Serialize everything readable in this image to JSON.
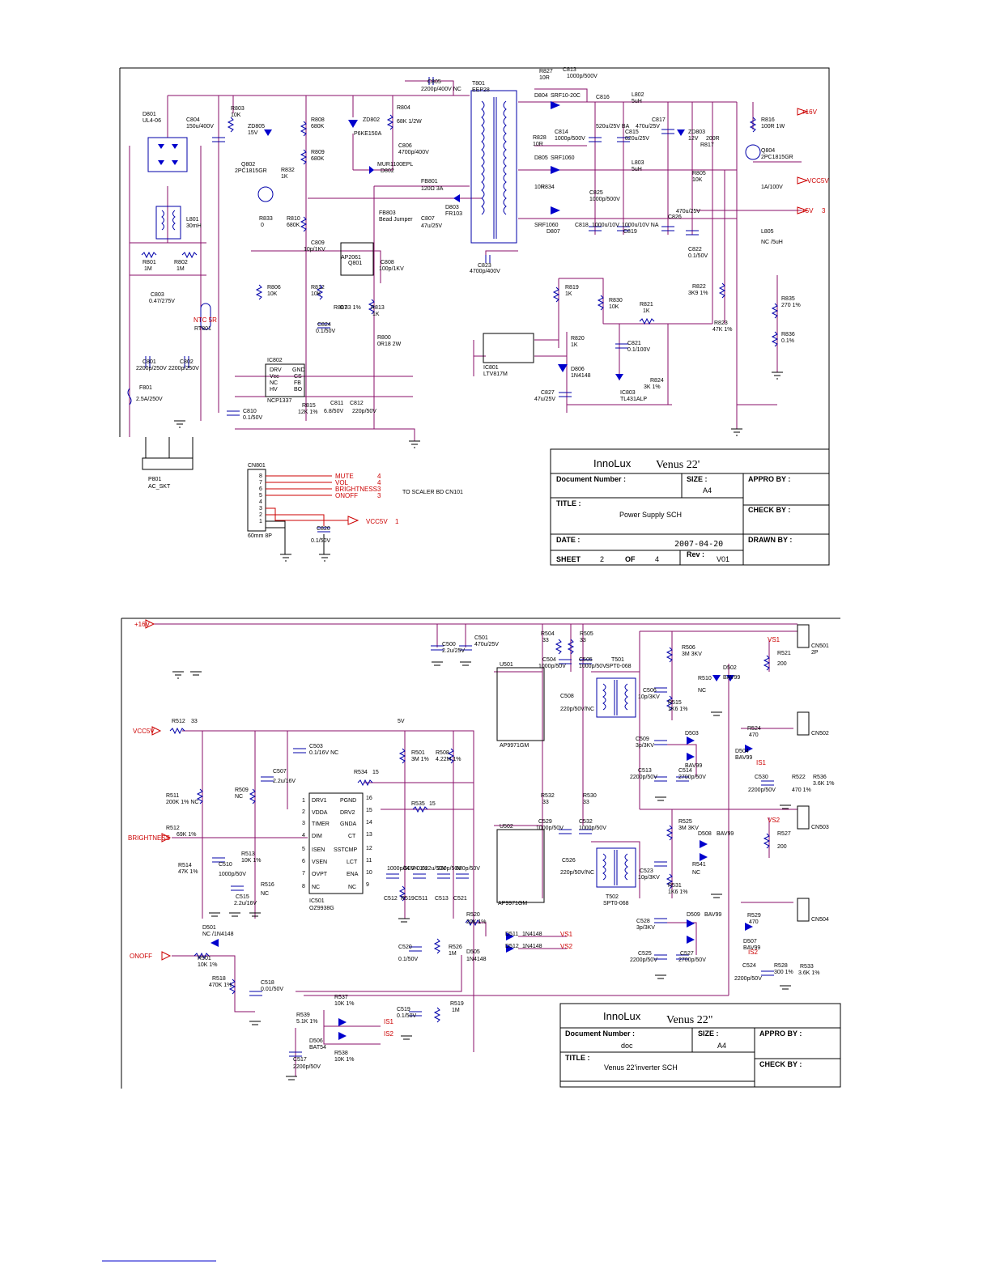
{
  "sheet1": {
    "title_block": {
      "company": "InnoLux",
      "project": "Venus 22'",
      "doc_number_label": "Document Number :",
      "size_label": "SIZE :",
      "size_value": "A4",
      "appro_label": "APPRO BY :",
      "title_label": "TITLE :",
      "title_value": "Power Supply SCH",
      "check_label": "CHECK BY :",
      "date_label": "DATE :",
      "date_value": "2007-04-20",
      "drawn_label": "DRAWN BY :",
      "sheet_label": "SHEET",
      "sheet_num": "2",
      "of_label": "OF",
      "sheet_total": "4",
      "rev_label": "Rev :",
      "rev_value": "V01"
    },
    "labels": {
      "d801": "D801",
      "d801v": "UL4-06",
      "c804": "C804",
      "c804v": "150u/400V",
      "r803": "R803",
      "r803v": "10K",
      "zd805": "ZD805",
      "zd805v": "15V",
      "r808": "R808",
      "r808v": "680K",
      "zd802": "ZD802",
      "zd802v": "P6KE150A",
      "r804": "R804",
      "r804v": "68K 1/2W",
      "c806": "C806",
      "c806v": "4700p/400V",
      "d802": "D802",
      "d802v": "MUR1100EPL",
      "t801": "T801",
      "t801v": "EEP28",
      "c805": "C805",
      "c805v": "2200p/400V NC",
      "q802": "Q802",
      "q802v": "2PC1815GR",
      "r832": "R832",
      "r832v": "1K",
      "r833": "R833",
      "r833v": "0",
      "r809": "R809",
      "r809v": "680K",
      "l801": "L801",
      "l801v": "30mH",
      "r810": "R810",
      "r810v": "680K",
      "fb801": "FB801",
      "fb801v": "120Ω 3A",
      "d803": "D803",
      "d803v": "FR103",
      "fb803": "FB803",
      "fb803v": "Bead Jumper",
      "c807": "C807",
      "c807v": "47u/25V",
      "c823": "C823",
      "c823v": "4700p/400V",
      "r801": "R801",
      "r801v": "1M",
      "r802": "R802",
      "r802v": "1M",
      "c803": "C803",
      "c803v": "0.47/275V",
      "ntc": "NTC 5R",
      "ntc_ref": "RT801",
      "c801": "C801",
      "c801v": "2200p/250V",
      "c802": "C802",
      "c802v": "2200p/250V",
      "f801": "F801",
      "f801v": "2.5A/250V",
      "p801": "P801",
      "p801v": "AC_SKT",
      "ap2061": "AP2061",
      "q801": "Q801",
      "c808": "C808",
      "c808v": "100p/1KV",
      "c809": "C809",
      "c809v": "10p/1KV",
      "r806": "R806",
      "r806v": "10K",
      "r812": "R812",
      "r812v": "10K",
      "r807": "R807",
      "r807v": "0.33 1%",
      "r813": "R813",
      "r813v": "1K",
      "c824": "C824",
      "c824v": "0.1/50V",
      "r800": "R800",
      "r800v": "0R18 2W",
      "ic802": "IC802",
      "ic802v": "NCP1337",
      "ic802_pins_l": [
        "DRV",
        "Vcc",
        "NC",
        "HV"
      ],
      "ic802_pins_r": [
        "GND",
        "CS",
        "FB",
        "BO"
      ],
      "r815": "R815",
      "r815v": "12K 1%",
      "c811": "C811",
      "c811v": "6.8/50V",
      "c812": "C812",
      "c812v": "220p/50V",
      "c810": "C810",
      "c810v": "0.1/50V",
      "r819": "R819",
      "r819v": "1K",
      "r830": "R830",
      "r830v": "10K",
      "r821": "R821",
      "r821v": "1K",
      "r820": "R820",
      "r820v": "1K",
      "c821": "C821",
      "c821v": "0.1/100V",
      "ic801": "IC801",
      "ic801v": "LTV817M",
      "d806": "D806",
      "d806v": "1N4148",
      "c827": "C827",
      "c827v": "47u/25V",
      "ic803": "IC803",
      "ic803v": "TL431ALP",
      "r824": "R824",
      "r824v": "3K 1%",
      "r822": "R822",
      "r822v": "3K9 1%",
      "r823": "R823",
      "r823v": "47K 1%",
      "r835": "R835",
      "r835v": "270 1%",
      "r836": "R836",
      "r836v": "0.1%",
      "d804": "D804",
      "d804v": "SRF10-20C",
      "r827": "R827",
      "r827v": "10R",
      "c813": "C813",
      "c813v": "1000p/500V",
      "c816": "C816",
      "c816v": "520u/25V BA",
      "c815": "C815",
      "c815v": "820u/25V",
      "l802": "L802",
      "l802v": "5uH",
      "c817": "C817",
      "c817v": "470u/25V",
      "zd803": "ZD803",
      "zd803v": "12V",
      "r817": "R817",
      "r817v": "200R",
      "r816": "R816",
      "r816v": "100R 1W",
      "q804": "Q804",
      "q804v": "2PC1815GR",
      "r828": "R828",
      "r828v": "10R",
      "c814": "C814",
      "c814v": "1000p/500V",
      "d805": "D805",
      "d805v": "SRF1060",
      "l803": "L803",
      "l803v": "5uH",
      "r834": "R834",
      "r834v": "10R",
      "c825": "C825",
      "c825v": "1000p/500V",
      "d807": "D807",
      "d807v": "SRF1060",
      "c818": "C818",
      "c818v": "1000u/10V",
      "c819": "C819",
      "c819v": "1000u/10V NA",
      "c822": "C822",
      "c822v": "0.1/50V",
      "c826": "C826",
      "c826v": "470u/25V",
      "l805": "L805",
      "l805v": "NC /5uH",
      "r805": "R805",
      "r805v": "10K",
      "q805": "1A/100V",
      "net_16v": "+16V",
      "net_vcc5v": "VCC5V",
      "net_5v": "+5V",
      "net_5v_pin": "3",
      "cn801": "CN801",
      "cn801_pitch": "60mm 8P",
      "cn801_pins": [
        "8",
        "7",
        "6",
        "5",
        "4",
        "3",
        "2",
        "1"
      ],
      "mute": "MUTE",
      "mute_pin": "4",
      "vol": "VOL",
      "vol_pin": "4",
      "bright": "BRIGHTNESS",
      "bright_pin": "3",
      "onoff": "ONOFF",
      "onoff_pin": "3",
      "to_scaler": "TO SCALER BD CN101",
      "vcc5v_pin": "1",
      "c820": "C820",
      "c820v": "0.1/50V"
    }
  },
  "sheet2": {
    "title_block": {
      "company": "InnoLux",
      "project": "Venus 22\"",
      "doc_number_label": "Document Number :",
      "doc_value": "doc",
      "size_label": "SIZE :",
      "size_value": "A4",
      "appro_label": "APPRO BY :",
      "title_label": "TITLE :",
      "title_value": "Venus 22'inverter SCH",
      "check_label": "CHECK BY :"
    },
    "labels": {
      "net_16v": "+16V",
      "net_vcc5v": "VCC5V",
      "net_bright": "BRIGHTNESS",
      "net_onoff": "ONOFF",
      "net_5v": "5V",
      "c500": "C500",
      "c500v": "2.2u/25V",
      "c501": "C501",
      "c501v": "470u/25V",
      "r504": "R504",
      "r504v": "33",
      "r505": "R505",
      "r505v": "33",
      "c504": "C504",
      "c504v": "1000p/50V",
      "c505": "C505",
      "c505v": "1000p/50V",
      "t501": "T501",
      "t501v": "SPT0-068",
      "r506": "R506",
      "r506v": "3M 3KV",
      "c506": "C506",
      "c506v": "10p/3KV",
      "r510": "R510",
      "r510v": "NC",
      "d502": "D502",
      "d502v": "BAV99",
      "r515": "R515",
      "r515v": "1K6 1%",
      "u501": "U501",
      "u501v": "AP9971GM",
      "c508": "C508",
      "c508v": "220p/50V/NC",
      "r521": "R521",
      "r521v": "200",
      "cn501": "CN501",
      "cn502": "CN502",
      "cn503": "CN503",
      "cn504": "CN504",
      "cn_type": "2P",
      "r512": "R512",
      "r512v": "33",
      "c503": "C503",
      "c503v": "0.1/16V NC",
      "r501": "R501",
      "r501v": "3M 1%",
      "r508": "R508",
      "r508v": "4.22M 1%",
      "c509": "C509",
      "c509v": "3p/3KV",
      "d503": "D503",
      "c513": "C513",
      "c513v": "2200p/50V",
      "c514": "C514",
      "c514v": "2700p/50V",
      "bav99": "BAV99",
      "r524": "R524",
      "r524v": "470",
      "d504": "D504",
      "d504v": "BAV99",
      "c530": "C530",
      "c530v": "2200p/50V",
      "r522": "R522",
      "r522v": "470 1%",
      "r536": "R536",
      "r536v": "3.6K 1%",
      "is1": "IS1",
      "is2": "IS2",
      "vs1": "VS1",
      "vs2": "VS2",
      "c507": "C507",
      "c507v": "2.2u/16V",
      "r534": "R534",
      "r534v": "15",
      "r535": "R535",
      "r535v": "15",
      "r511": "R511",
      "r511v": "200K 1% NC",
      "r509": "R509",
      "r509v": "NC",
      "ic_pins_l": [
        "DRV1",
        "VDDA",
        "TIMER",
        "DIM",
        "ISEN",
        "VSEN",
        "OVPT",
        "NC"
      ],
      "ic_pins_r": [
        "PGND",
        "DRV2",
        "GNDA",
        "CT",
        "SSTCMP",
        "LCT",
        "ENA",
        "NC"
      ],
      "ic_num_l": [
        "1",
        "2",
        "3",
        "4",
        "5",
        "6",
        "7",
        "8"
      ],
      "ic_num_r": [
        "16",
        "15",
        "14",
        "13",
        "12",
        "11",
        "10",
        "9"
      ],
      "ic501": "IC501",
      "ic501v": "OZ9938G",
      "r512b": "R512",
      "r512bv": "69K 1%",
      "r514": "R514",
      "r514v": "47K 1%",
      "c510": "C510",
      "c510v": "1000p/50V",
      "r513": "R513",
      "r513v": "10K 1%",
      "c515": "C515",
      "c515v": "2.2u/16V",
      "r516": "R516",
      "r516v": "NC",
      "c512": "C512",
      "c512v": "1000p/50V",
      "r519": "R519",
      "r519v": "64.9K 1%",
      "c511": "C511",
      "c511v": "0.022u/50V",
      "c513b": "C513",
      "c513bv": "330p/50V",
      "c521": "C521",
      "c521v": "680p/50V",
      "u502": "U502",
      "u502v": "AP9971GM",
      "r532": "R532",
      "r532v": "33",
      "r530": "R530",
      "r530v": "33",
      "c529": "C529",
      "c529v": "1000p/50V",
      "c532": "C532",
      "c532v": "1000p/50V",
      "t502": "T502",
      "t502v": "SPT0-068",
      "r525": "R525",
      "r525v": "3M 3KV",
      "d508": "D508",
      "d508v": "BAV99",
      "c523": "C523",
      "c523v": "10p/3KV",
      "r541": "R541",
      "r541v": "NC",
      "r531": "R531",
      "r531v": "1K6 1%",
      "c526": "C526",
      "c526v": "220p/50V/NC",
      "r527": "R527",
      "r527v": "200",
      "c528": "C528",
      "c528v": "3p/3KV",
      "d509": "D509",
      "d509v": "BAV99",
      "c525": "C525",
      "c525v": "2200p/50V",
      "c527": "C527",
      "c527v": "2700p/50V",
      "r529": "R529",
      "r529v": "470",
      "d507": "D507",
      "d507v": "BAV99",
      "c524": "C524",
      "c524v": "2200p/50V",
      "r528": "R528",
      "r528v": "300 1%",
      "r533": "R533",
      "r533v": "3.6K 1%",
      "d501": "D501",
      "d501v": "NC /1N4148",
      "r501b": "R501",
      "r501bv": "10K 1%",
      "r518": "R518",
      "r518v": "470K 1%",
      "c518": "C518",
      "c518v": "0.01/50V",
      "r520": "R520",
      "r520v": "20K 1%",
      "d511": "D511",
      "d511v": "1N4148",
      "d512": "D512",
      "d512v": "1N4148",
      "c520": "C520",
      "c520v": "0.1/50V",
      "r526": "R526",
      "r526v": "1M",
      "d505": "D505",
      "d505v": "1N4148",
      "r537": "R537",
      "r537v": "10K 1%",
      "r539": "R539",
      "r539v": "5.1K 1%",
      "d506": "D506",
      "d506v": "BAT54",
      "r538": "R538",
      "r538v": "10K 1%",
      "c519": "C519",
      "c519v": "0.1/50V",
      "r519b": "R519",
      "r519bv": "1M",
      "c517": "C517",
      "c517v": "2200p/50V"
    }
  }
}
